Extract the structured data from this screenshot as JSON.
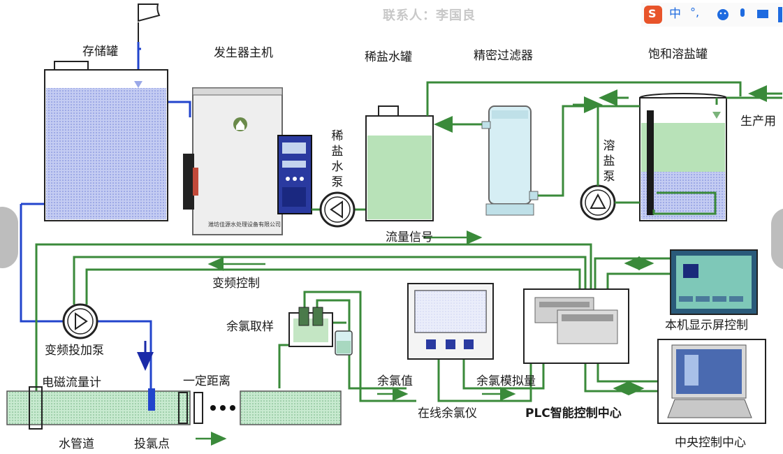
{
  "watermark": "联系人：李国良",
  "ime": {
    "logo": "S",
    "lang": "中",
    "punct": "°,"
  },
  "labels": {
    "storage_tank": "存储罐",
    "generator_host": "发生器主机",
    "dilute_brine_tank": "稀盐水罐",
    "precision_filter": "精密过滤器",
    "saturated_salt_tank": "饱和溶盐罐",
    "dilute_brine_pump": "稀盐水泵",
    "salt_pump": "溶盐泵",
    "production_water": "生产用",
    "flow_signal": "流量信号",
    "vfd_control": "变频控制",
    "residual_chlorine_sampling": "余氯取样",
    "vfd_dosing_pump": "变频投加泵",
    "em_flowmeter": "电磁流量计",
    "certain_distance": "一定距离",
    "water_pipe": "水管道",
    "dosing_point": "投氯点",
    "residual_chlorine_value": "余氯值",
    "residual_chlorine_analog": "余氯模拟量",
    "online_analyzer": "在线余氯仪",
    "plc_center": "PLC智能控制中心",
    "local_display": "本机显示屏控制",
    "central_control": "中央控制中心",
    "generator_plate": "潍坊佳源水处理设备有限公司"
  },
  "colors": {
    "water_blue": "#2244cc",
    "green_line": "#3a8a3a",
    "tank_blue": "#b8c4f0",
    "tank_green": "#b8e2b8",
    "pipe_green": "#c4e6c4"
  }
}
